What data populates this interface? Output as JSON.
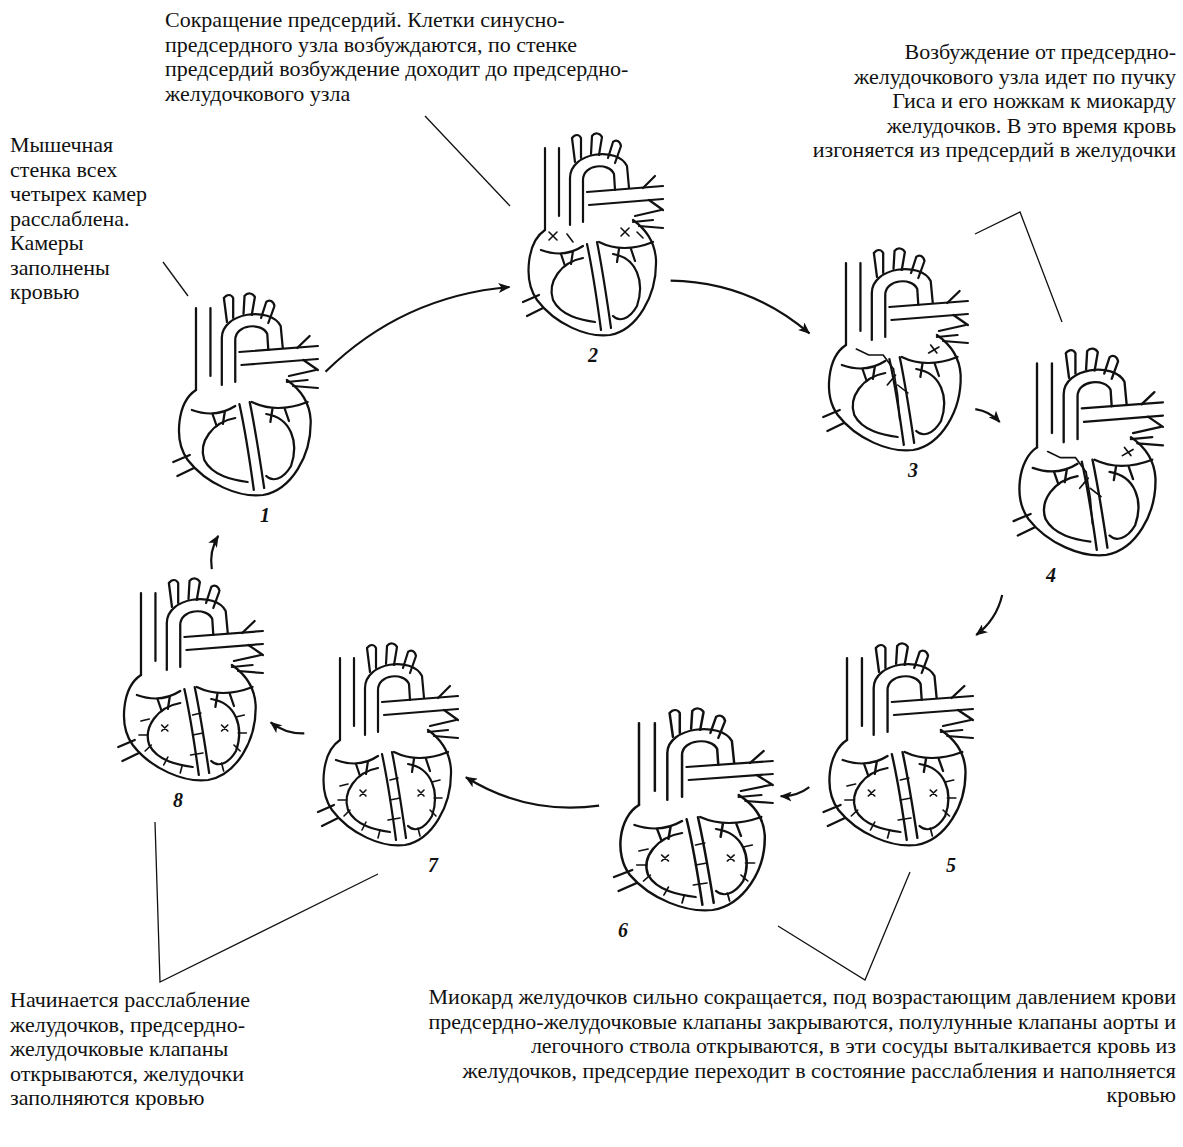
{
  "diagram": {
    "nodes": [
      {
        "text": [
          "1"
        ]
      },
      {
        "text": [
          "2"
        ]
      },
      {
        "text": [
          "3"
        ]
      },
      {
        "text": [
          "4"
        ]
      },
      {
        "text": [
          "5"
        ]
      },
      {
        "text": [
          "6"
        ]
      },
      {
        "text": [
          "7"
        ]
      },
      {
        "text": [
          "8"
        ]
      }
    ],
    "edges": [
      {
        "from": 0,
        "to": 1,
        "arrow": "to"
      },
      {
        "from": 1,
        "to": 2,
        "arrow": "to"
      },
      {
        "from": 2,
        "to": 3,
        "arrow": "to"
      },
      {
        "from": 3,
        "to": 4,
        "arrow": "to"
      },
      {
        "from": 4,
        "to": 5,
        "arrow": "to"
      },
      {
        "from": 5,
        "to": 6,
        "arrow": "to"
      },
      {
        "from": 6,
        "to": 7,
        "arrow": "to"
      },
      {
        "from": 7,
        "to": 0,
        "arrow": "to"
      }
    ],
    "labels": [
      "Сокращение предсердий. Клетки синусно-предсердного узла возбуждаются, по стенке предсердий возбуждение доходит до предсердно-желудочкового узла",
      "Возбуждение от предсердно-желудочкового узла идет по пучку Гиса и его ножкам к миокарду желудочков. В это время кровь изгоняется из предсердий в желудочки",
      "Мышечная стенка всех четырех камер расслаблена. Камеры заполнены кровью",
      "Начинается расслабление желудочков, предсердно-желудочковые клапаны открываются, желудочки заполняются кровью",
      "Миокард желудочков сильно сокращается, под возрастающим давлением крови предсердно-желудочковые клапаны закрываются, полулунные клапаны аорты и легочного ствола открываются, в эти сосуды выталкивается кровь из желудочков, предсердие переходит в состояние расслабления и наполняется кровью"
    ]
  }
}
